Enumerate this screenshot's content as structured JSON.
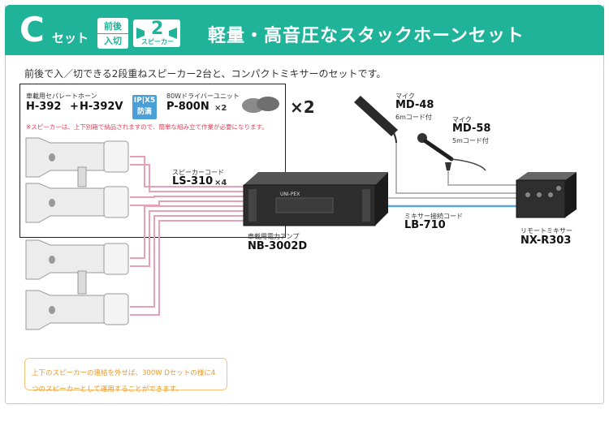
{
  "header": {
    "set_letter": "C",
    "set_word": "セット",
    "tag_line1": "前後",
    "tag_line2": "入切",
    "badge_number": "2",
    "badge_sub": "スピーカー",
    "title": "軽量・高音圧なスタックホーンセット"
  },
  "intro": "前後で入／切できる2段重ねスピーカー2台と、コンパクトミキサーのセットです。",
  "speaker_box": {
    "horn_caption": "車載用セパレートホーン",
    "horn_model_a": "H-392",
    "plus": "+",
    "horn_model_b": "H-392V",
    "ip_line1": "IP",
    "ip_line2": "X5",
    "ip_line3": "防滴",
    "driver_caption": "80Wドライバーユニット",
    "driver_model": "P-800N",
    "driver_qty": "×2",
    "multiplier": "×2",
    "red_note": "※スピーカーは、上下別箱で納品されますので、簡単な組み立て作業が必要になります。"
  },
  "cable": {
    "caption": "スピーカーコード",
    "model": "LS-310",
    "qty": "×4"
  },
  "amp": {
    "caption": "車載用電力アンプ",
    "model": "NB-3002D",
    "brand": "UNI-PEX"
  },
  "mic1": {
    "caption": "マイク",
    "model": "MD-48",
    "spec": "6mコード付"
  },
  "mic2": {
    "caption": "マイク",
    "model": "MD-58",
    "spec": "5mコード付"
  },
  "mixer_cable": {
    "caption": "ミキサー接続コード",
    "model": "LB-710"
  },
  "mixer": {
    "caption": "リモートミキサー",
    "model": "NX-R303"
  },
  "note": "上下のスピーカーの連結を外せば、300W Dセットの様に4つのスピーカーとして運用することができます。",
  "colors": {
    "accent": "#1fb39a",
    "cable_pink": "#e8a0b4",
    "cable_blue": "#5aa6d6",
    "cable_gray": "#b5b5b5",
    "note_orange": "#e8982a",
    "warn_red": "#e0435a"
  }
}
